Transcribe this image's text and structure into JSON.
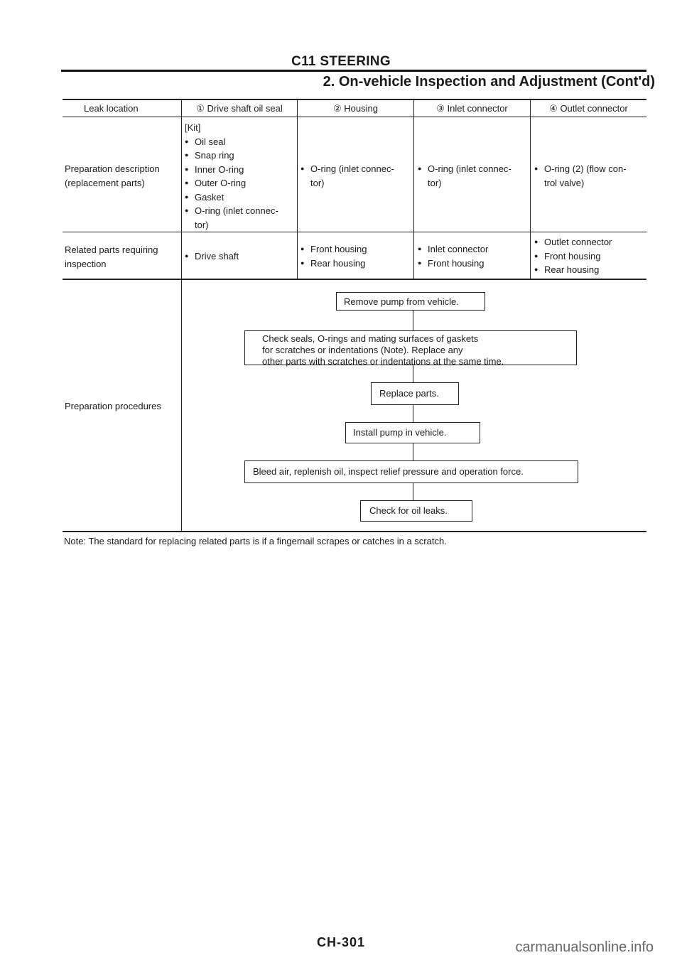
{
  "header": {
    "section": "C11 STEERING",
    "subtitle": "2. On-vehicle Inspection and Adjustment (Cont'd)"
  },
  "table": {
    "row_labels": {
      "leak_location": "Leak location",
      "prep_desc_1": "Preparation description",
      "prep_desc_2": "(replacement parts)",
      "related_1": "Related parts requiring",
      "related_2": "inspection",
      "procedures": "Preparation procedures"
    },
    "columns": [
      {
        "header": "① Drive shaft oil seal",
        "prep_prefix": "[Kit]",
        "prep": [
          "Oil seal",
          "Snap ring",
          "Inner O-ring",
          "Outer O-ring",
          "Gasket",
          "O-ring (inlet connec-",
          "tor)"
        ],
        "related": [
          "Drive shaft"
        ]
      },
      {
        "header": "② Housing",
        "prep": [
          "O-ring (inlet connec-",
          "tor)"
        ],
        "related": [
          "Front housing",
          "Rear housing"
        ]
      },
      {
        "header": "③ Inlet connector",
        "prep": [
          "O-ring (inlet connec-",
          "tor)"
        ],
        "related": [
          "Inlet connector",
          "Front housing"
        ]
      },
      {
        "header": "④ Outlet connector",
        "prep": [
          "O-ring (2) (flow con-",
          "trol valve)"
        ],
        "related": [
          "Outlet connector",
          "Front housing",
          "Rear housing"
        ]
      }
    ]
  },
  "flow": {
    "step1": "Remove pump from vehicle.",
    "step2_lines": [
      "Check seals, O-rings and mating surfaces of gaskets",
      "for scratches or indentations (Note). Replace any",
      "other parts with scratches or indentations at the same time."
    ],
    "step3": "Replace parts.",
    "step4": "Install pump in vehicle.",
    "step5": "Bleed air, replenish oil, inspect relief pressure and operation force.",
    "step6": "Check for oil leaks."
  },
  "note": "Note: The standard for replacing related parts is if a fingernail scrapes or catches in a scratch.",
  "footer": {
    "page": "CH-301",
    "watermark": "carmanualsonline.info"
  }
}
